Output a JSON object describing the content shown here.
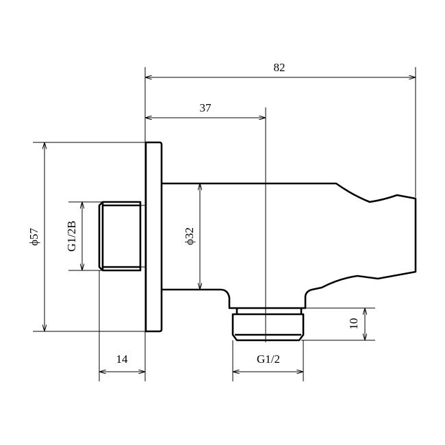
{
  "dimensions": {
    "overall_length": "82",
    "center_distance": "37",
    "plate_diameter": "ϕ57",
    "body_diameter": "ϕ32",
    "inlet_thread": "G1/2B",
    "outlet_thread": "G1/2",
    "outlet_height": "10",
    "plate_depth": "14"
  },
  "colors": {
    "line": "#000000",
    "background": "#ffffff"
  }
}
